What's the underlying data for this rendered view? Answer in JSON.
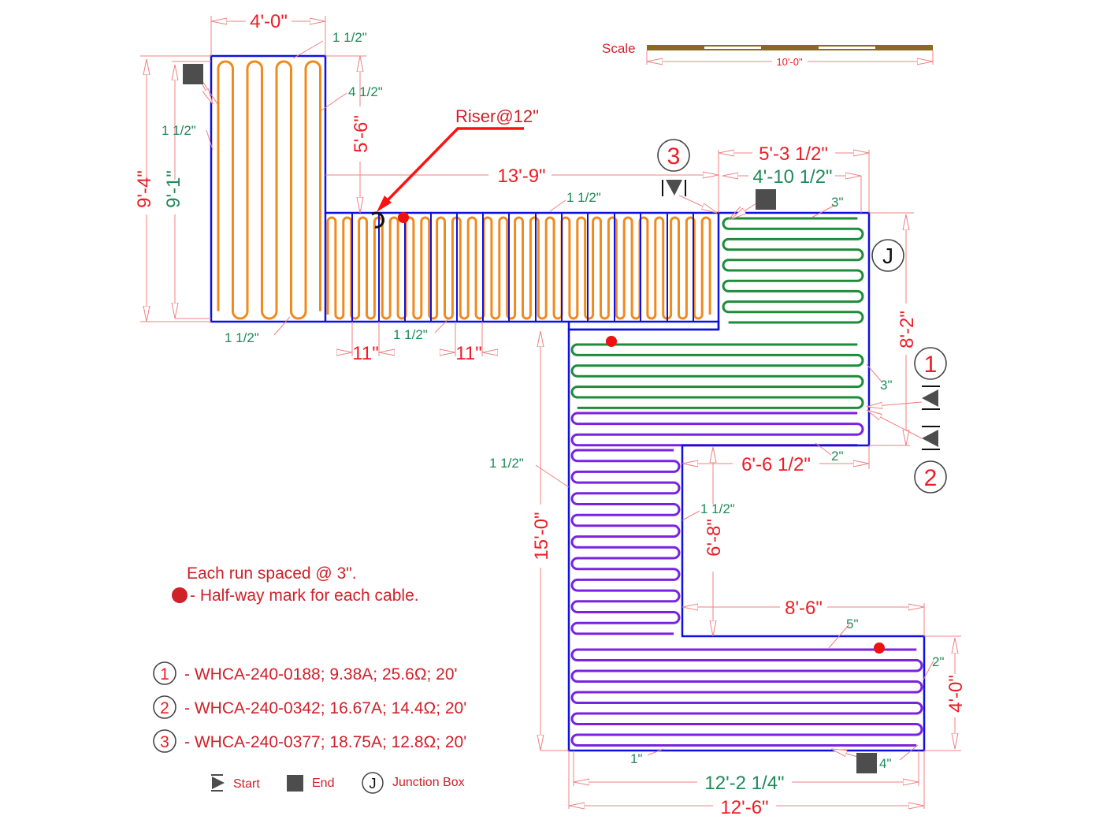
{
  "title_note": {
    "spacing": "Each run spaced @ 3\".",
    "halfway": "- Half-way mark for each cable."
  },
  "scale": {
    "label": "Scale",
    "length": "10'-0\""
  },
  "riser": {
    "label": "Riser@12\""
  },
  "colors": {
    "cable_1": "#1e8c3a",
    "cable_2": "#7a22e0",
    "cable_3": "#f08a1e",
    "wall": "#1010e0",
    "dimension": "#ee1c24",
    "clearance": "#1f8a5a",
    "halfway_mark": "#ee1111",
    "end_marker": "#4d4d4d"
  },
  "dimensions": {
    "top_width": "4'-0\"",
    "left_outer_height": "9'-4\"",
    "left_inner_height": "9'-1\"",
    "step_height": "5'-6\"",
    "corridor_length": "13'-9\"",
    "right_block_width": "5'-3 1/2\"",
    "right_block_inner_width": "4'-10 1/2\"",
    "right_height": "8'-2\"",
    "notch_width": "6'-6 1/2\"",
    "notch_height": "6'-8\"",
    "long_vertical": "15'-0\"",
    "lower_notch_width": "8'-6\"",
    "bottom_height": "4'-0\"",
    "bottom_inner_width": "12'-2 1/4\"",
    "bottom_outer_width": "12'-6\"",
    "joist_gap_1": "11\"",
    "joist_gap_2": "11\""
  },
  "clearances": {
    "top_right": "1 1/2\"",
    "inner_right": "4 1/2\"",
    "left_side": "1 1/2\"",
    "bottom_left": "1 1/2\"",
    "bottom_mid": "1 1/2\"",
    "corridor_top": "1 1/2\"",
    "green_top": "3\"",
    "green_right": "3\"",
    "purple_right_top": "2\"",
    "purple_left": "1 1/2\"",
    "purple_notch": "1 1/2\"",
    "purple_lower_top": "5\"",
    "purple_lower_right": "2\"",
    "purple_bottom_left": "1\"",
    "purple_bottom_right": "4\""
  },
  "circuit_markers": {
    "c1": "1",
    "c2": "2",
    "c3": "3",
    "junction": "J"
  },
  "cables": [
    {
      "num": "1",
      "text": "- WHCA-240-0188; 9.38A; 25.6Ω; 20'"
    },
    {
      "num": "2",
      "text": "- WHCA-240-0342; 16.67A; 14.4Ω; 20'"
    },
    {
      "num": "3",
      "text": "- WHCA-240-0377; 18.75A; 12.8Ω; 20'"
    }
  ],
  "legend": {
    "start": "Start",
    "end": "End",
    "junction_symbol": "J",
    "junction": "Junction Box"
  }
}
